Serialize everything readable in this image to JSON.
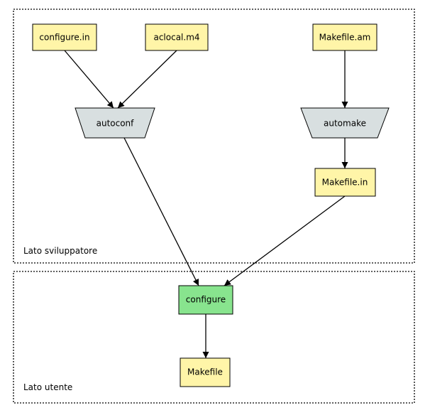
{
  "colors": {
    "file_fill": "#fff5a8",
    "tool_fill": "#d8dfe0",
    "output_fill": "#88e48e",
    "stroke": "#000000"
  },
  "regions": {
    "developer": {
      "label": "Lato sviluppatore"
    },
    "user": {
      "label": "Lato utente"
    }
  },
  "nodes": {
    "configure_in": {
      "label": "configure.in",
      "kind": "file"
    },
    "aclocal_m4": {
      "label": "aclocal.m4",
      "kind": "file"
    },
    "makefile_am": {
      "label": "Makefile.am",
      "kind": "file"
    },
    "autoconf": {
      "label": "autoconf",
      "kind": "tool"
    },
    "automake": {
      "label": "automake",
      "kind": "tool"
    },
    "makefile_in": {
      "label": "Makefile.in",
      "kind": "file"
    },
    "configure": {
      "label": "configure",
      "kind": "output"
    },
    "makefile": {
      "label": "Makefile",
      "kind": "file"
    }
  },
  "edges": [
    {
      "from": "configure_in",
      "to": "autoconf"
    },
    {
      "from": "aclocal_m4",
      "to": "autoconf"
    },
    {
      "from": "makefile_am",
      "to": "automake"
    },
    {
      "from": "automake",
      "to": "makefile_in"
    },
    {
      "from": "autoconf",
      "to": "configure"
    },
    {
      "from": "makefile_in",
      "to": "configure"
    },
    {
      "from": "configure",
      "to": "makefile"
    }
  ]
}
